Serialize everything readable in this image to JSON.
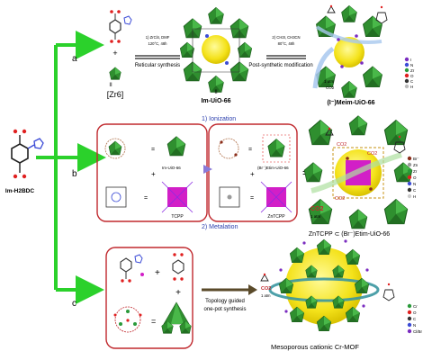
{
  "left": {
    "ligand_label": "Im-H2BDC"
  },
  "branches": {
    "a": "a",
    "b": "b",
    "c": "c"
  },
  "row_a": {
    "cluster_label": "[Zr6]",
    "numeral_left": "II",
    "numeral_mid": "II",
    "step1_cond": "1) ZrCl4, DMF",
    "step1_cond2": "120°C, 48h",
    "step1_name": "Reticular synthesis",
    "step2_cond": "2) CH3I, CH3CN",
    "step2_cond2": "80°C, 48h",
    "step2_name": "Post-synthetic modification",
    "mof_label": "Im-UiO-66",
    "product_label": "(I⁻)Meim-UiO-66",
    "co2": "CO2",
    "atm": "1 atm",
    "legend": [
      "I",
      "N",
      "Zr",
      "O",
      "C",
      "H"
    ],
    "legend_colors": [
      "#7a2cc0",
      "#3b4bd6",
      "#2a9a3a",
      "#e02020",
      "#333333",
      "#bbbbbb"
    ]
  },
  "row_b": {
    "ionization": "1) Ionization",
    "metalation": "2) Metalation",
    "im_uio": "Im-UiO-66",
    "br_uio": "(Br⁻)Etim-UiO-66",
    "tcpp": "TCPP",
    "zntcpp": "ZnTCPP",
    "product_label": "ZnTCPP ⊂ (Br⁻)Etim-UiO-66",
    "co2": "CO2",
    "atm": "1 atm",
    "legend": [
      "Br⁻",
      "Zn",
      "Zr",
      "O",
      "N",
      "C",
      "H"
    ],
    "legend_colors": [
      "#8b2d1a",
      "#9a9a9a",
      "#2a9a3a",
      "#e02020",
      "#3b4bd6",
      "#333333",
      "#cccccc"
    ]
  },
  "row_c": {
    "step_line1": "Topology guided",
    "step_line2": "one-pot synthesis",
    "product_label": "Mesoporous cationic Cr-MOF",
    "co2": "CO2",
    "atm": "1 atm",
    "legend": [
      "Cr",
      "O",
      "C",
      "N",
      "Cl/Br"
    ],
    "legend_colors": [
      "#2a9a3a",
      "#e02020",
      "#333333",
      "#3b4bd6",
      "#7a2cc0"
    ]
  }
}
